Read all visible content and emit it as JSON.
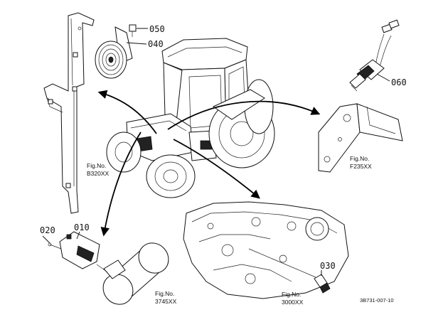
{
  "parts": {
    "p050": "050",
    "p040": "040",
    "p060": "060",
    "p020": "020",
    "p010": "010",
    "p030": "030"
  },
  "figs": {
    "b320": {
      "line1": "Fig.No.",
      "line2": "B320XX"
    },
    "f235": {
      "line1": "Fig.No.",
      "line2": "F235XX"
    },
    "f3745": {
      "line1": "Fig.No.",
      "line2": "3745XX"
    },
    "f3000": {
      "line1": "Fig.No.",
      "line2": "3000XX"
    }
  },
  "doc_id": "3B731-007-10"
}
